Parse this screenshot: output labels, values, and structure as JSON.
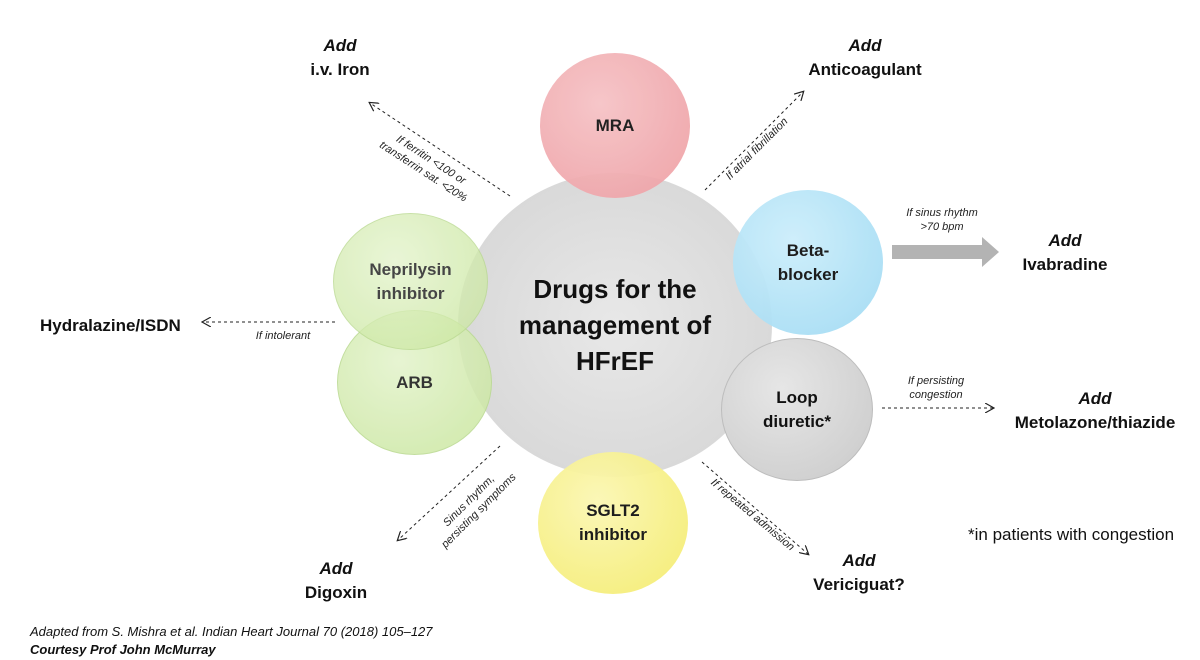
{
  "center": {
    "label": "Drugs for the\nmanagement of\nHFrEF"
  },
  "drugs": [
    {
      "id": "mra",
      "label": "MRA",
      "color": "#f0a7ab"
    },
    {
      "id": "beta",
      "label": "Beta-\nblocker",
      "color": "#a9e0f5"
    },
    {
      "id": "loop",
      "label": "Loop\ndiuretic*",
      "color": "#d4d4d4"
    },
    {
      "id": "sglt2",
      "label": "SGLT2\ninhibitor",
      "color": "#f7f17d"
    },
    {
      "id": "arb",
      "label": "ARB",
      "color": "#cfe9a9"
    },
    {
      "id": "neprilysin",
      "label": "Neprilysin\ninhibitor",
      "color": "#cfe9a9"
    }
  ],
  "add_options": [
    {
      "id": "iron",
      "add": "Add",
      "drug": "i.v. Iron",
      "condition": "If ferritin <100 or\ntransferrin sat. <20%"
    },
    {
      "id": "anticoag",
      "add": "Add",
      "drug": "Anticoagulant",
      "condition": "If atrial fibrillation"
    },
    {
      "id": "ivabradine",
      "add": "Add",
      "drug": "Ivabradine",
      "condition": "If sinus rhythm\n>70 bpm"
    },
    {
      "id": "metolazone",
      "add": "Add",
      "drug": "Metolazone/thiazide",
      "condition": "If persisting\ncongestion"
    },
    {
      "id": "vericiguat",
      "add": "Add",
      "drug": "Vericiguat?",
      "condition": "If repeated admission"
    },
    {
      "id": "digoxin",
      "add": "Add",
      "drug": "Digoxin",
      "condition": "Sinus rhythm,\npersisting symptoms"
    },
    {
      "id": "hydralazine",
      "add": "",
      "drug": "Hydralazine/ISDN",
      "condition": "If intolerant"
    }
  ],
  "footnote": "*in patients with congestion",
  "source": "Adapted from S. Mishra et al. Indian Heart Journal 70 (2018) 105–127",
  "credit": "Courtesy Prof John McMurray"
}
